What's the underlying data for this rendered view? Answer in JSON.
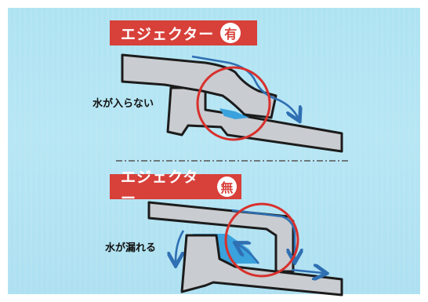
{
  "top_section": {
    "banner_text": "エジェクター",
    "badge": "有",
    "caption": "水が入らない"
  },
  "bottom_section": {
    "banner_text": "エジェクター",
    "badge": "無",
    "caption": "水が漏れる"
  },
  "colors": {
    "background": "#b3e4f3",
    "banner": "#d8403a",
    "panel_fill": "#c9ccd0",
    "outline": "#1c1c1c",
    "water": "#3aa2dc",
    "arrow": "#2f6fb3",
    "highlight_circle": "#d8302c"
  }
}
